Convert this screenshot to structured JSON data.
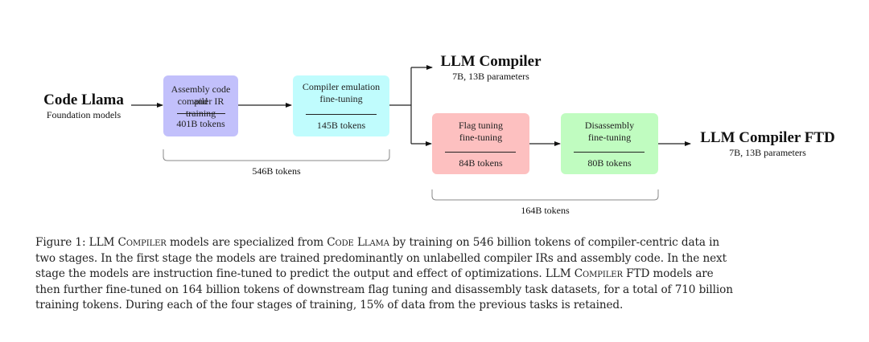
{
  "diagram": {
    "source": {
      "title": "Code Llama",
      "subtitle": "Foundation models"
    },
    "stage1": [
      {
        "name_line1": "Assembly code and",
        "name_line2": "compiler IR training",
        "tokens": "401B tokens",
        "color": "#c2c0fb"
      },
      {
        "name_line1": "Compiler emulation",
        "name_line2": "fine-tuning",
        "tokens": "145B tokens",
        "color": "#c0fcfd"
      }
    ],
    "stage1_total": "546B tokens",
    "output1": {
      "title": "LLM Compiler",
      "subtitle": "7B, 13B parameters"
    },
    "stage2": [
      {
        "name_line1": "Flag tuning",
        "name_line2": "fine-tuning",
        "tokens": "84B tokens",
        "color": "#fdc0c0"
      },
      {
        "name_line1": "Disassembly",
        "name_line2": "fine-tuning",
        "tokens": "80B tokens",
        "color": "#c0fcc0"
      }
    ],
    "stage2_total": "164B tokens",
    "output2": {
      "title": "LLM Compiler FTD",
      "subtitle": "7B, 13B parameters"
    }
  },
  "caption": {
    "line1_a": "Figure 1: LLM ",
    "line1_sc1": "Compiler",
    "line1_b": " models are specialized from ",
    "line1_sc2": "Code Llama",
    "line1_c": " by training on 546 billion tokens of compiler-centric data in",
    "line2": "two stages. In the first stage the models are trained predominantly on unlabelled compiler IRs and assembly code. In the next",
    "line3_a": "stage the models are instruction fine-tuned to predict the output and effect of optimizations. LLM ",
    "line3_sc": "Compiler",
    "line3_b": " FTD models are",
    "line4": "then further fine-tuned on 164 billion tokens of downstream flag tuning and disassembly task datasets, for a total of 710 billion",
    "line5": "training tokens. During each of the four stages of training, 15% of data from the previous tasks is retained."
  }
}
